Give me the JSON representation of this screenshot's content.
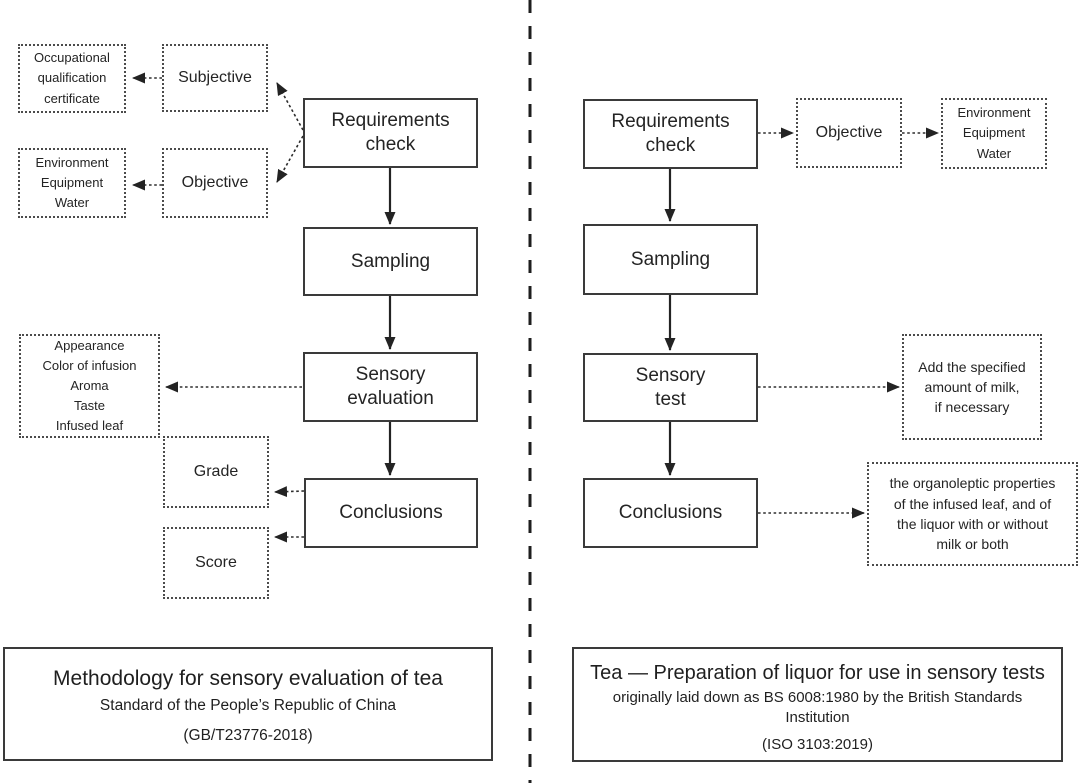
{
  "canvas": {
    "background": "#ffffff",
    "line_color": "#2e2e2e",
    "text_color": "#242424"
  },
  "left": {
    "nodes": {
      "occupational": "Occupational\nqualification\ncertificate",
      "subjective": "Subjective",
      "environment": "Environment\nEquipment\nWater",
      "objective": "Objective",
      "requirements_check": "Requirements\ncheck",
      "sampling": "Sampling",
      "sensory_evaluation": "Sensory\nevaluation",
      "evaluation_aspects": "Appearance\nColor of infusion\nAroma\nTaste\nInfused leaf",
      "grade": "Grade",
      "conclusions": "Conclusions",
      "score": "Score"
    },
    "caption": {
      "title": "Methodology for sensory evaluation of tea",
      "subtitle": "Standard of the People’s Republic of China",
      "code": "(GB/T23776-2018)"
    }
  },
  "right": {
    "nodes": {
      "requirements_check": "Requirements\ncheck",
      "objective": "Objective",
      "environment": "Environment\nEquipment\nWater",
      "sampling": "Sampling",
      "sensory_test": "Sensory\ntest",
      "milk_note": "Add the specified\namount of milk,\nif necessary",
      "conclusions": "Conclusions",
      "organoleptic_note": "the organoleptic properties\nof the infused leaf, and of\nthe liquor with or without\nmilk or both"
    },
    "caption": {
      "title": "Tea — Preparation of liquor for use in sensory tests",
      "subtitle": "originally laid down as BS 6008:1980 by the British Standards Institution",
      "code": "(ISO 3103:2019)"
    }
  }
}
